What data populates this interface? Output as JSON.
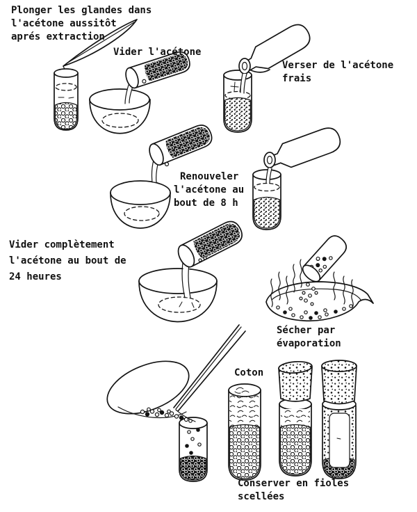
{
  "colors": {
    "ink": "#141414",
    "paper": "#ffffff"
  },
  "labels": {
    "step1": [
      "Plonger les glandes dans",
      "l'acétone aussitôt",
      "aprés extraction"
    ],
    "step2": [
      "Vider l'acétone"
    ],
    "step3": [
      "Verser de l'acétone",
      "frais"
    ],
    "step4": [
      "Renouveler",
      "l'acétone au",
      "bout de 8 h"
    ],
    "step5": [
      "Vider complètement",
      "l'acétone au bout de",
      "24 heures"
    ],
    "step6": [
      "Sécher par",
      "évaporation"
    ],
    "step7": [
      "Coton"
    ],
    "step8": [
      "Conserver en fioles",
      "scellées"
    ]
  }
}
